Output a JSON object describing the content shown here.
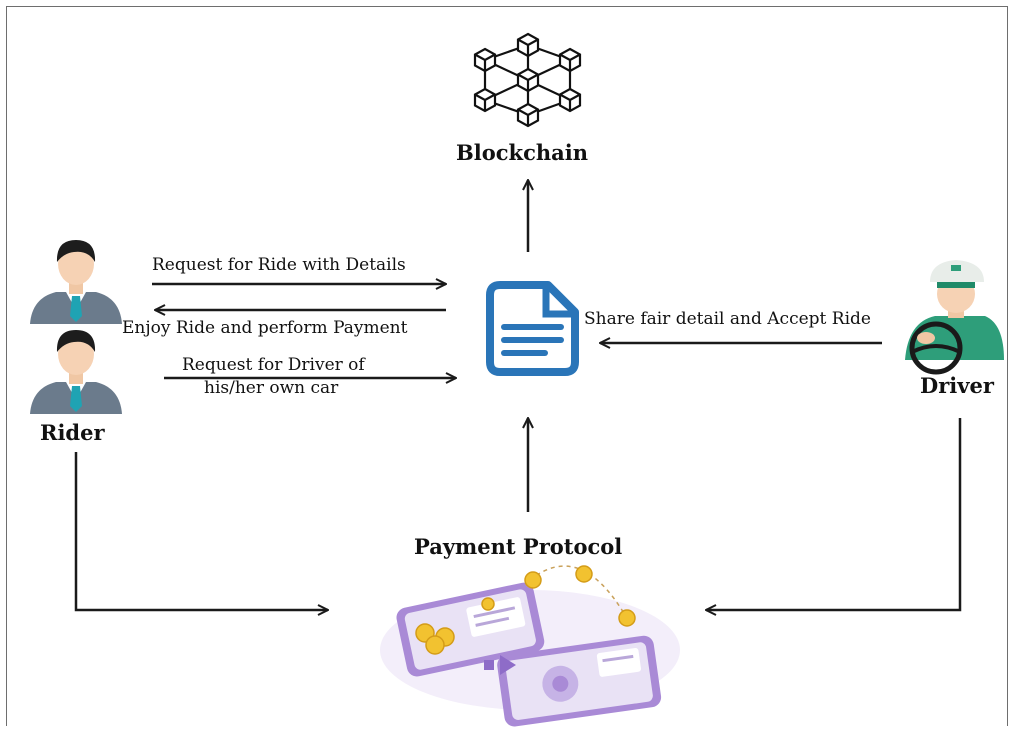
{
  "nodes": {
    "blockchain": "Blockchain",
    "rider": "Rider",
    "driver": "Driver",
    "payment_protocol": "Payment Protocol"
  },
  "edges": {
    "request_ride": "Request for Ride with Details",
    "enjoy_ride": "Enjoy Ride and perform Payment",
    "request_driver_line1": "Request for Driver of",
    "request_driver_line2": "his/her own car",
    "share_fair": "Share fair detail and Accept Ride"
  },
  "colors": {
    "document_blue": "#2a75b8",
    "arrow": "#1a1a1a",
    "suit": "#6b7b8c",
    "tie": "#1fa3b3",
    "driver_green": "#2e9e7a",
    "phone_purple": "#a98ad6",
    "coin": "#f2c230"
  },
  "icons": {
    "blockchain": "blockchain-cubes-icon",
    "document": "document-icon",
    "rider": "businessman-avatar-icon",
    "driver": "driver-avatar-icon",
    "payment": "mobile-payment-icon"
  }
}
